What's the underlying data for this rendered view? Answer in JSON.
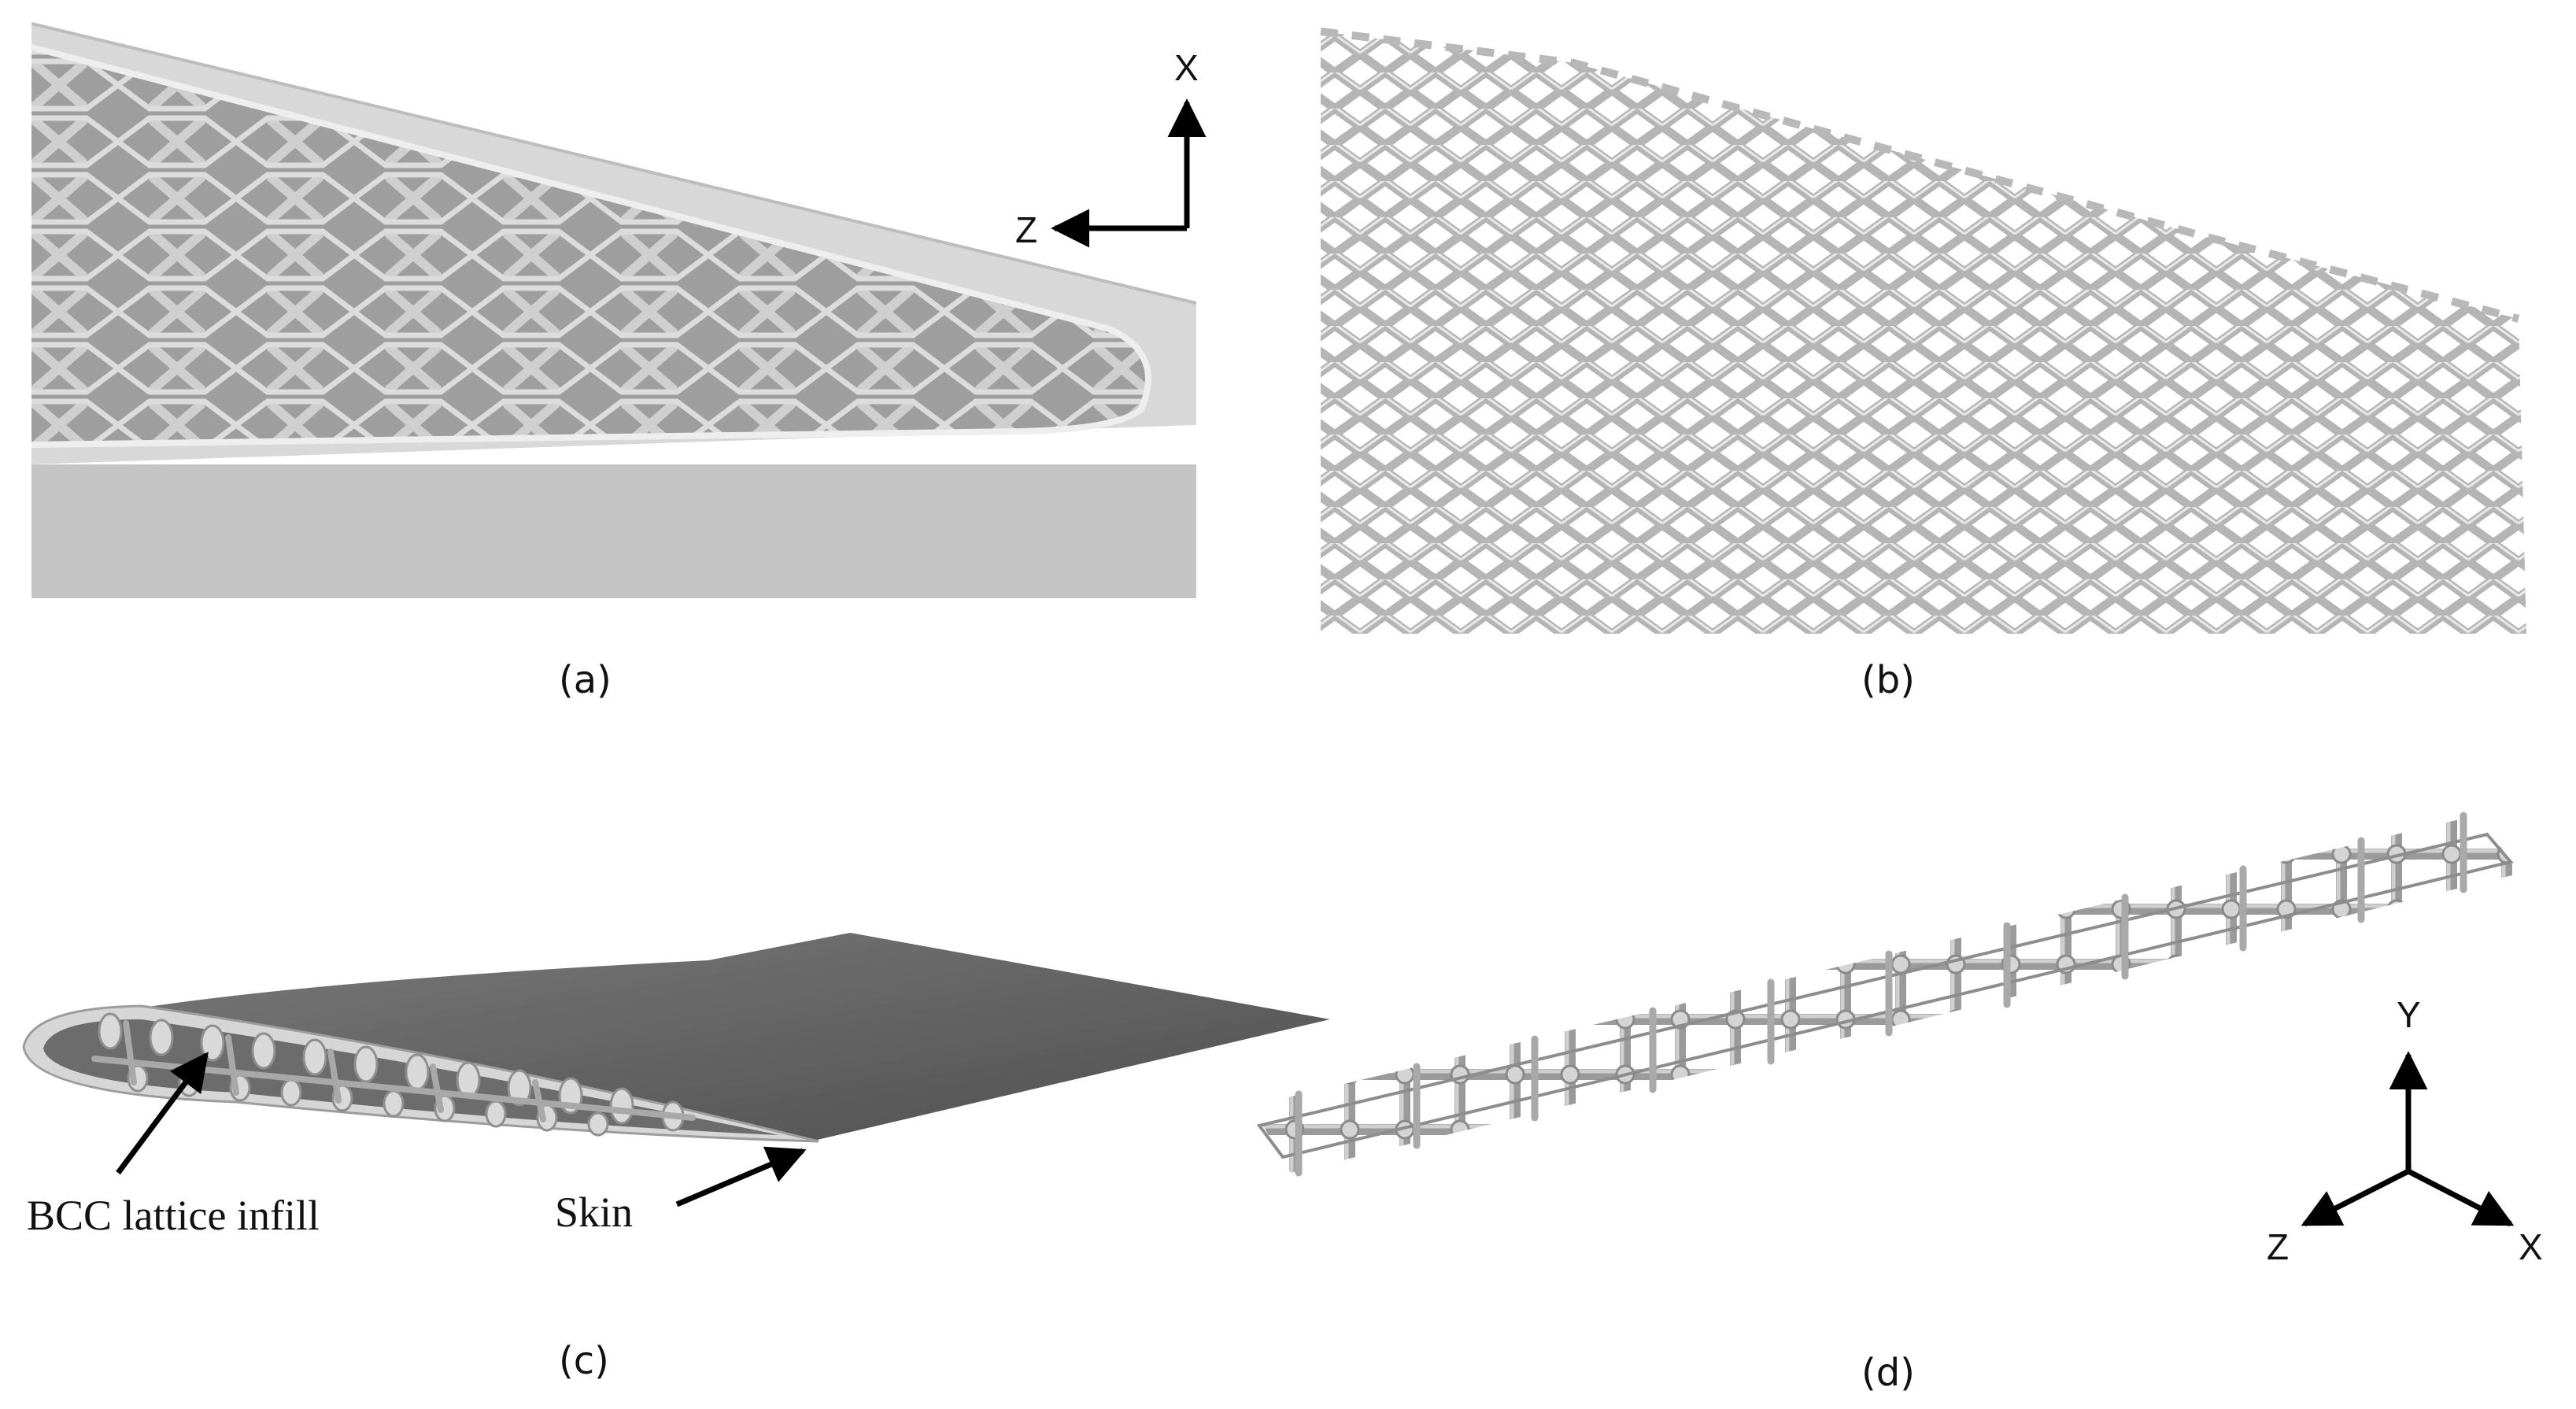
{
  "panels": {
    "a": {
      "caption": "(a)",
      "axes": {
        "up": "X",
        "left": "Z"
      }
    },
    "b": {
      "caption": "(b)"
    },
    "c": {
      "caption": "(c)",
      "annotations": {
        "infill": "BCC lattice infill",
        "skin": "Skin"
      }
    },
    "d": {
      "caption": "(d)",
      "axes": {
        "up": "Y",
        "left": "Z",
        "right": "X"
      }
    }
  },
  "colors": {
    "strut": "#bdbdbd",
    "strut_dark": "#8c8c8c",
    "skin_light": "#c9c9c9",
    "skin_dark": "#5f5f5f",
    "background": "#ffffff"
  }
}
